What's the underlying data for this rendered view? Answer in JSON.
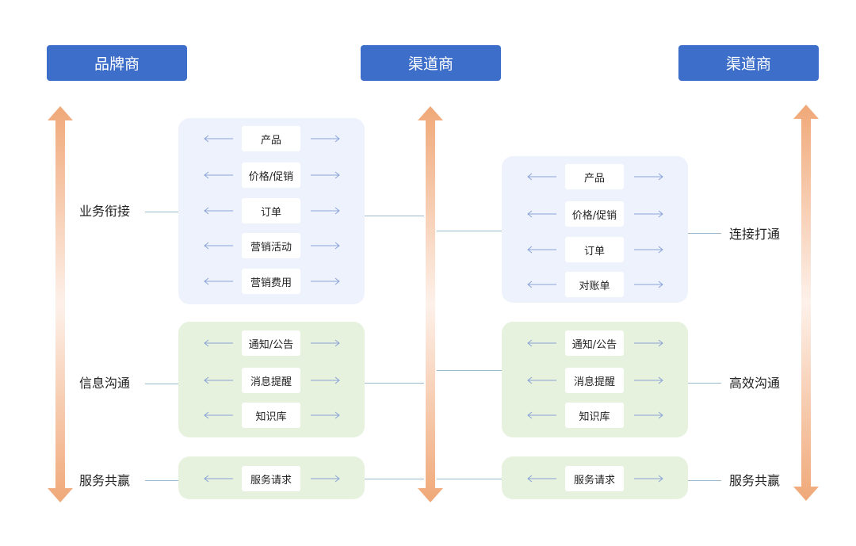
{
  "headers": {
    "brand": "品牌商",
    "channel_mid": "渠道商",
    "channel_right": "渠道商"
  },
  "left_labels": {
    "business": "业务衔接",
    "info": "信息沟通",
    "service": "服务共赢"
  },
  "right_labels": {
    "connect": "连接打通",
    "efficient": "高效沟通",
    "service": "服务共赢"
  },
  "left_panel": {
    "business_items": [
      "产品",
      "价格/促销",
      "订单",
      "营销活动",
      "营销费用"
    ],
    "info_items": [
      "通知/公告",
      "消息提醒",
      "知识库"
    ],
    "service_items": [
      "服务请求"
    ]
  },
  "right_panel": {
    "business_items": [
      "产品",
      "价格/促销",
      "订单",
      "对账单"
    ],
    "info_items": [
      "通知/公告",
      "消息提醒",
      "知识库"
    ],
    "service_items": [
      "服务请求"
    ]
  },
  "colors": {
    "header_bg": "#3d6ec9",
    "panel_blue": "#eef2fd",
    "panel_green": "#e6f1de",
    "arrow_orange": "#f0a878"
  }
}
